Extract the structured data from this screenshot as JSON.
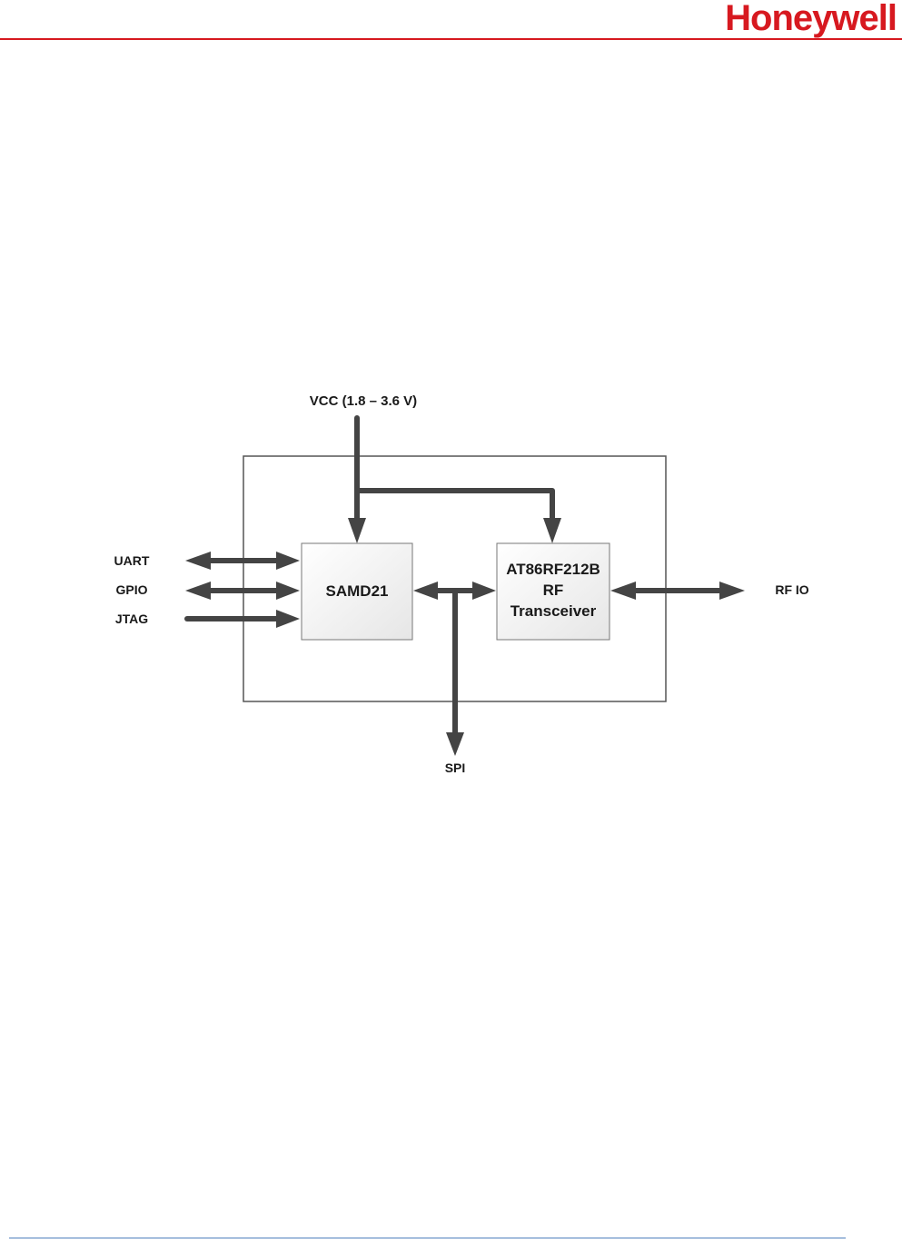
{
  "header": {
    "brand": "Honeywell",
    "brand_color": "#d71920",
    "rule_color": "#d71920"
  },
  "footer": {
    "rule_color": "#4f81bd"
  },
  "diagram": {
    "colors": {
      "arrow": "#444444",
      "block_border": "#777777",
      "block_fill_top": "#ffffff",
      "block_fill_bottom": "#e6e6e6",
      "outer_border": "#555555"
    },
    "labels": {
      "vcc": "VCC (1.8 – 3.6 V)",
      "uart": "UART",
      "gpio": "GPIO",
      "jtag": "JTAG",
      "spi": "SPI",
      "rf_io": "RF IO"
    },
    "blocks": {
      "mcu": "SAMD21",
      "rf_line1": "AT86RF212B",
      "rf_line2": "RF",
      "rf_line3": "Transceiver"
    }
  }
}
